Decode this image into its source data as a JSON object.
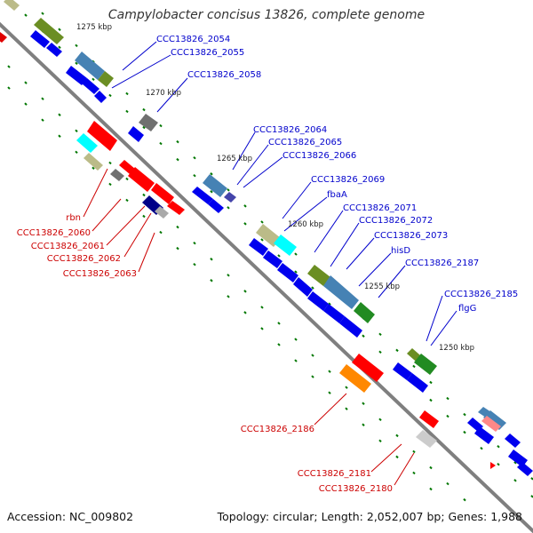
{
  "title": "Campylobacter concisus 13826, complete genome",
  "footer": {
    "accession": "Accession: NC_009802",
    "summary": "Topology: circular; Length: 2,052,007 bp; Genes: 1,988"
  },
  "colors": {
    "backbone": "#7f7f7f",
    "forward_strand": "#0000ff",
    "reverse_strand": "#ff0000",
    "tick": "#007700",
    "label_forward": "#0000cc",
    "label_reverse": "#cc0000"
  },
  "scale_labels": [
    "1275 kbp",
    "1270 kbp",
    "1265 kbp",
    "1260 kbp",
    "1255 kbp",
    "1250 kbp"
  ],
  "labels_forward": [
    "CCC13826_2054",
    "CCC13826_2055",
    "CCC13826_2058",
    "CCC13826_2064",
    "CCC13826_2065",
    "CCC13826_2066",
    "CCC13826_2069",
    "fbaA",
    "CCC13826_2071",
    "CCC13826_2072",
    "CCC13826_2073",
    "hisD",
    "CCC13826_2187",
    "CCC13826_2185",
    "flgG"
  ],
  "labels_reverse": [
    "rbn",
    "CCC13826_2060",
    "CCC13826_2061",
    "CCC13826_2062",
    "CCC13826_2063",
    "CCC13826_2186",
    "CCC13826_2181",
    "CCC13826_2180"
  ]
}
